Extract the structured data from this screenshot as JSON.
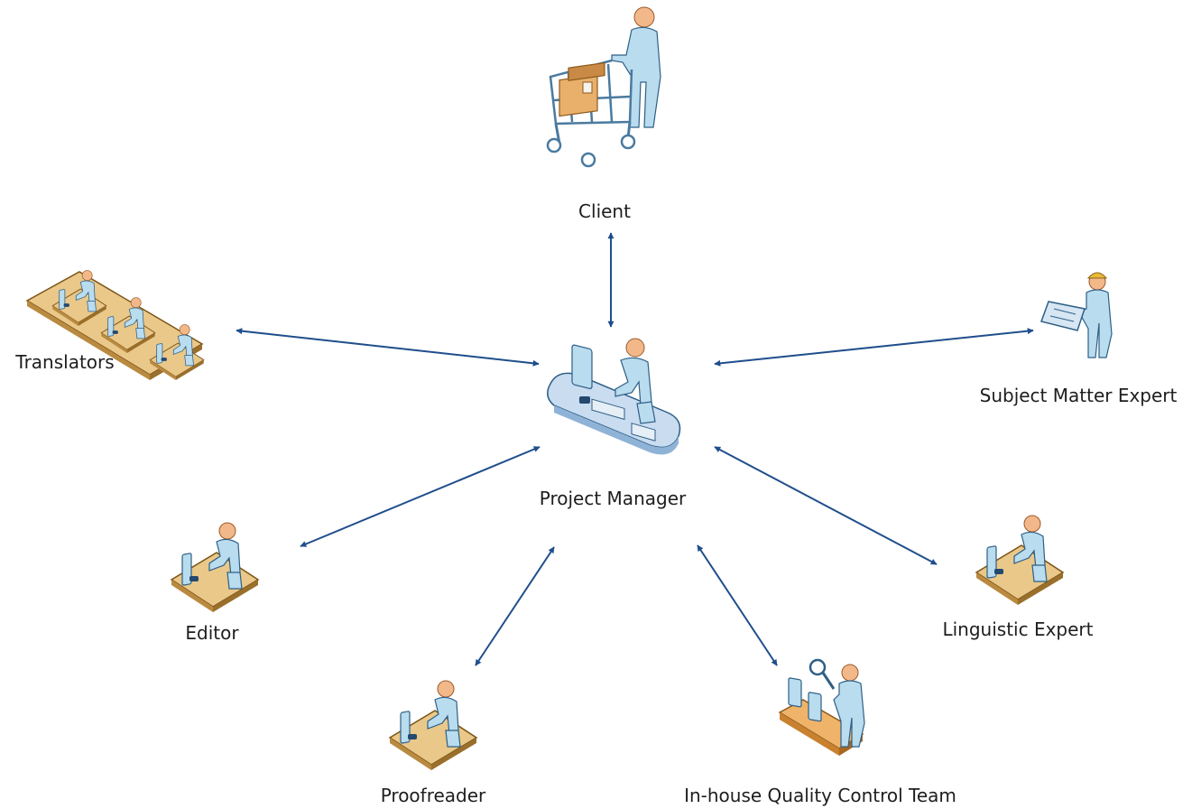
{
  "diagram": {
    "colors": {
      "connector": "#1f4e8c",
      "person": "#b9dcee",
      "outline": "#2e5f86",
      "desk": "#e9c889",
      "label": "#1e1e1e"
    },
    "nodes": {
      "client": {
        "label": "Client",
        "icon": "shopping-cart-person-icon"
      },
      "project_manager": {
        "label": "Project Manager",
        "icon": "workstation-person-icon"
      },
      "translators": {
        "label": "Translators",
        "icon": "group-workstations-icon"
      },
      "subject_matter_expert": {
        "label": "Subject Matter Expert",
        "icon": "person-reading-document-icon"
      },
      "editor": {
        "label": "Editor",
        "icon": "desk-computer-person-icon"
      },
      "linguistic_expert": {
        "label": "Linguistic Expert",
        "icon": "desk-computer-person-icon"
      },
      "proofreader": {
        "label": "Proofreader",
        "icon": "desk-computer-person-icon"
      },
      "quality_control": {
        "label": "In-house Quality Control Team",
        "icon": "quality-inspection-person-icon"
      }
    },
    "edges": [
      {
        "from": "project_manager",
        "to": "client",
        "direction": "both"
      },
      {
        "from": "project_manager",
        "to": "translators",
        "direction": "both"
      },
      {
        "from": "project_manager",
        "to": "subject_matter_expert",
        "direction": "both"
      },
      {
        "from": "project_manager",
        "to": "editor",
        "direction": "both"
      },
      {
        "from": "project_manager",
        "to": "linguistic_expert",
        "direction": "both"
      },
      {
        "from": "project_manager",
        "to": "proofreader",
        "direction": "both"
      },
      {
        "from": "project_manager",
        "to": "quality_control",
        "direction": "both"
      }
    ]
  }
}
